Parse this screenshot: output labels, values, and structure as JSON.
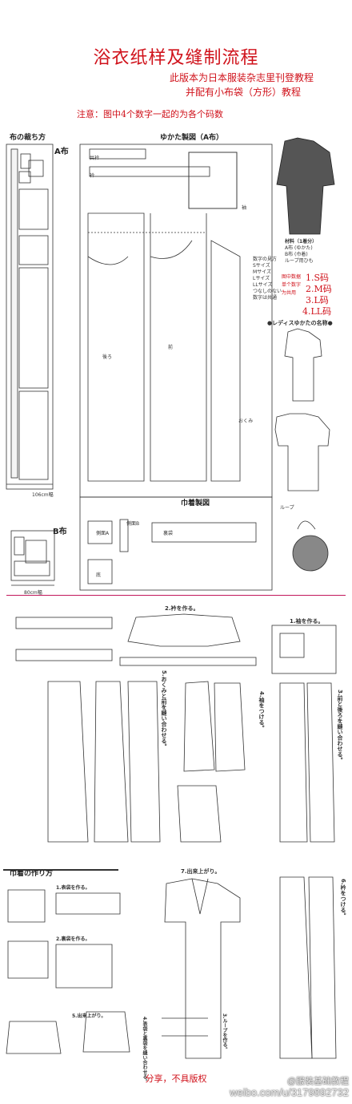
{
  "header": {
    "title": "浴衣纸样及缝制流程",
    "subtitle_1": "此版本为日本服装杂志里刊登教程",
    "subtitle_2": "并配有小布袋（方形）教程",
    "note": "注意：图中4个数字一起的为各个码数"
  },
  "top_left": {
    "title": "布の裁ち方",
    "fabric_a": "A布",
    "fabric_b": "B布",
    "width_a": "106cm幅",
    "width_b": "80cm幅"
  },
  "yukata": {
    "title": "ゆかた製図（A布）",
    "parts": [
      "共衿",
      "衿",
      "袖",
      "後ろ",
      "前",
      "おくみ"
    ]
  },
  "size_legend": {
    "lines": [
      "数字の見方",
      "Sサイズ",
      "Mサイズ",
      "Lサイズ",
      "LLサイズ",
      "つなしのない",
      "数字は共通"
    ],
    "red_notes": [
      "图中数据",
      "单个数字",
      "为共用"
    ],
    "sizes": [
      "1.S码",
      "2.M码",
      "3.L码",
      "4.LL码"
    ]
  },
  "materials": {
    "title": "材料（1着分）",
    "lines": [
      "A布 (ゆかた)",
      "B布 (巾着)",
      "ループ用ひも"
    ]
  },
  "names": {
    "title": "●レディスゆかたの名称●"
  },
  "kinchaku": {
    "title": "巾着製図",
    "loop": "ループ",
    "parts": [
      "側面A",
      "側面B",
      "裏袋",
      "底"
    ]
  },
  "steps": {
    "step1": "1.袖を作る。",
    "step2": "2.衿を作る。",
    "step3": "3.前と後ろを縫い合わせる。",
    "step4": "4.袖をつける。",
    "step5": "5.おくみと前を縫い合わせる。",
    "step6": "6.衿をつける。",
    "step7": "7.出来上がり。"
  },
  "kinchaku_steps": {
    "title": "巾着の作り方",
    "step1": "1.表袋を作る。",
    "step2": "2.裏袋を作る。",
    "step3": "3.ループを作る。",
    "step4": "4.表袋と裏袋を縫い合わせる。",
    "step5": "5.出来上がり。"
  },
  "footer": {
    "text": "分享，不具版权",
    "watermark": "@服装基础教程",
    "url": "weibo.com/u/3179892732"
  },
  "colors": {
    "accent": "#d0121b",
    "divider": "#c2185b",
    "line": "#333333"
  }
}
